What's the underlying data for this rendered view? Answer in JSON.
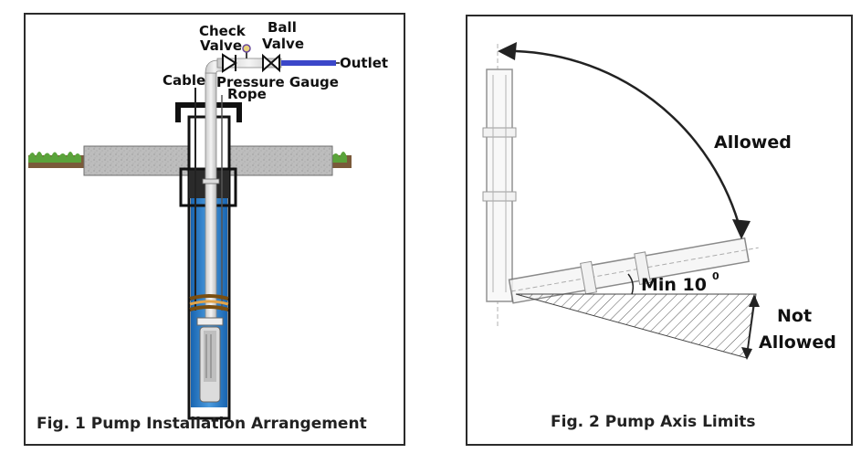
{
  "fig1": {
    "caption": "Fig. 1 Pump Installation Arrangement",
    "labels": {
      "check_valve_1": "Check",
      "check_valve_2": "Valve",
      "ball_valve_1": "Ball",
      "ball_valve_2": "Valve",
      "outlet": "Outlet",
      "cable": "Cable",
      "pressure_gauge": "Pressure Gauge",
      "rope": "Rope"
    }
  },
  "fig2": {
    "caption": "Fig. 2 Pump Axis Limits",
    "labels": {
      "allowed": "Allowed",
      "min_angle": "Min 10",
      "degree_sup": "0",
      "not_1": "Not",
      "not_2": "Allowed"
    }
  },
  "colors": {
    "water": "#1d73c2",
    "water_light": "#5aa4de",
    "outlet_pipe": "#3b47c9",
    "concrete": "#b9b9b9",
    "grass": "#5aa33a",
    "panel_border": "#2b2b2b"
  }
}
